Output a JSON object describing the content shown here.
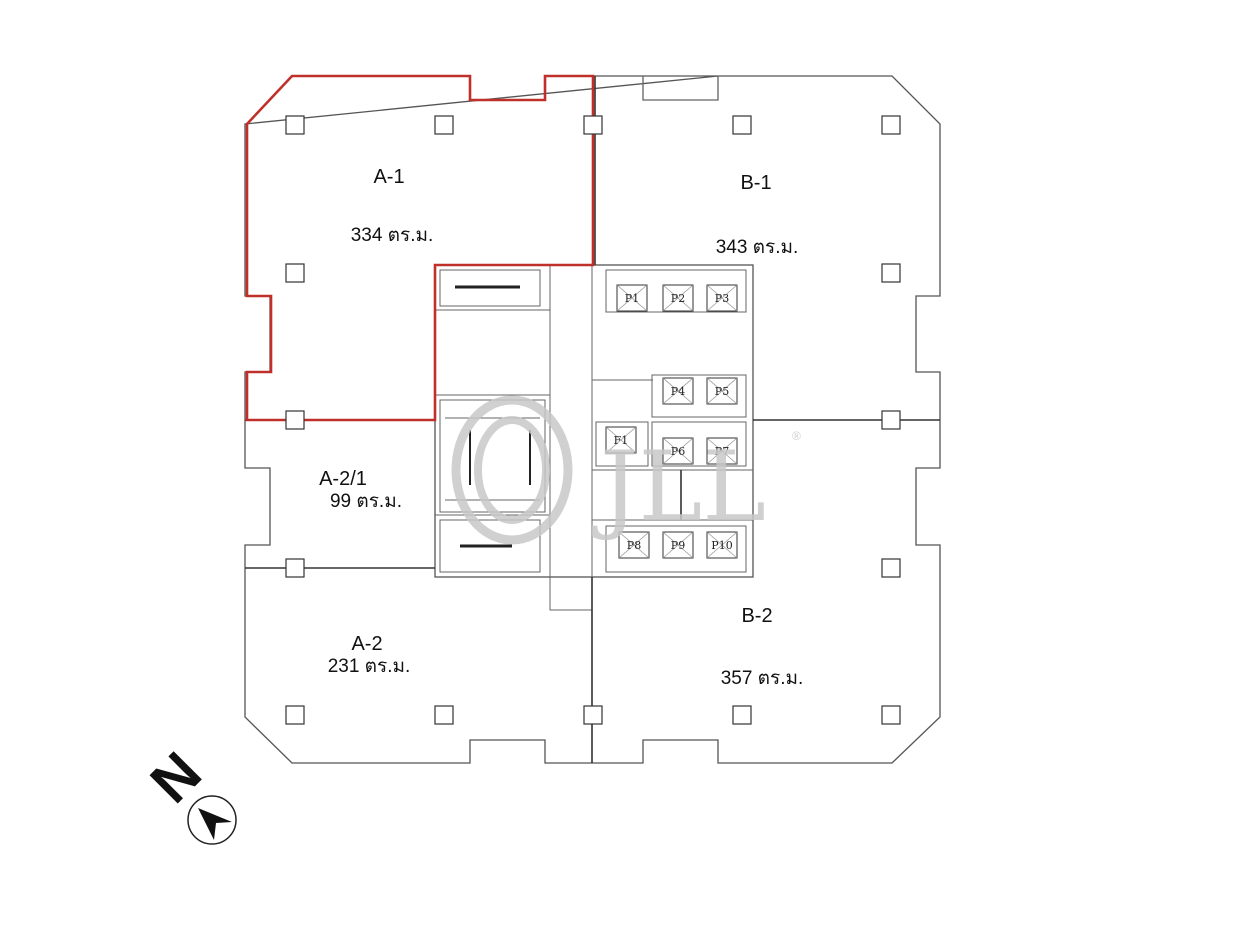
{
  "units": [
    {
      "id": "a1",
      "name": "A-1",
      "area": "334 ตร.ม."
    },
    {
      "id": "b1",
      "name": "B-1",
      "area": "343 ตร.ม."
    },
    {
      "id": "a21",
      "name": "A-2/1",
      "area": "99 ตร.ม."
    },
    {
      "id": "a2",
      "name": "A-2",
      "area": "231 ตร.ม."
    },
    {
      "id": "b2",
      "name": "B-2",
      "area": "357 ตร.ม."
    }
  ],
  "lifts": [
    "P1",
    "P2",
    "P3",
    "P4",
    "P5",
    "F1",
    "P6",
    "P7",
    "P8",
    "P9",
    "P10"
  ],
  "highlight_unit": "A-1",
  "highlight_color": "#c0302a",
  "compass": {
    "label": "N",
    "icon": "north-arrow-icon"
  },
  "watermark": {
    "text": "JLL",
    "color": "#c8c8c8",
    "mark": "®"
  }
}
